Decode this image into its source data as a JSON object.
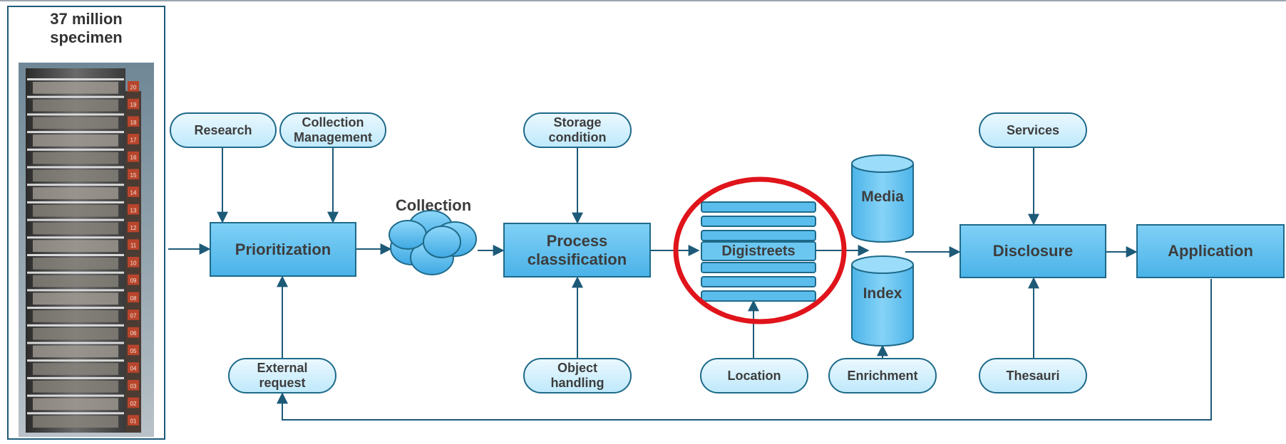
{
  "tower": {
    "title": "37 million\nspecimen",
    "floors": [
      "20",
      "19",
      "18",
      "17",
      "16",
      "15",
      "14",
      "13",
      "12",
      "11",
      "10",
      "09",
      "08",
      "07",
      "06",
      "05",
      "04",
      "03",
      "02",
      "01"
    ]
  },
  "nodes": {
    "research": "Research",
    "collection_management": "Collection\nManagement",
    "prioritization": "Prioritization",
    "external_request": "External\nrequest",
    "collection": "Collection",
    "storage_condition": "Storage\ncondition",
    "process_classification": "Process\nclassification",
    "object_handling": "Object\nhandling",
    "digistreets": "Digistreets",
    "location": "Location",
    "media": "Media",
    "index": "Index",
    "enrichment": "Enrichment",
    "services": "Services",
    "disclosure": "Disclosure",
    "thesauri": "Thesauri",
    "application": "Application"
  },
  "colors": {
    "highlight": "#e0141b",
    "box_fill": "#5bbdec",
    "pill_fill": "#d4f1fd",
    "stroke": "#1e6a8a",
    "arrow": "#1d5a78"
  }
}
